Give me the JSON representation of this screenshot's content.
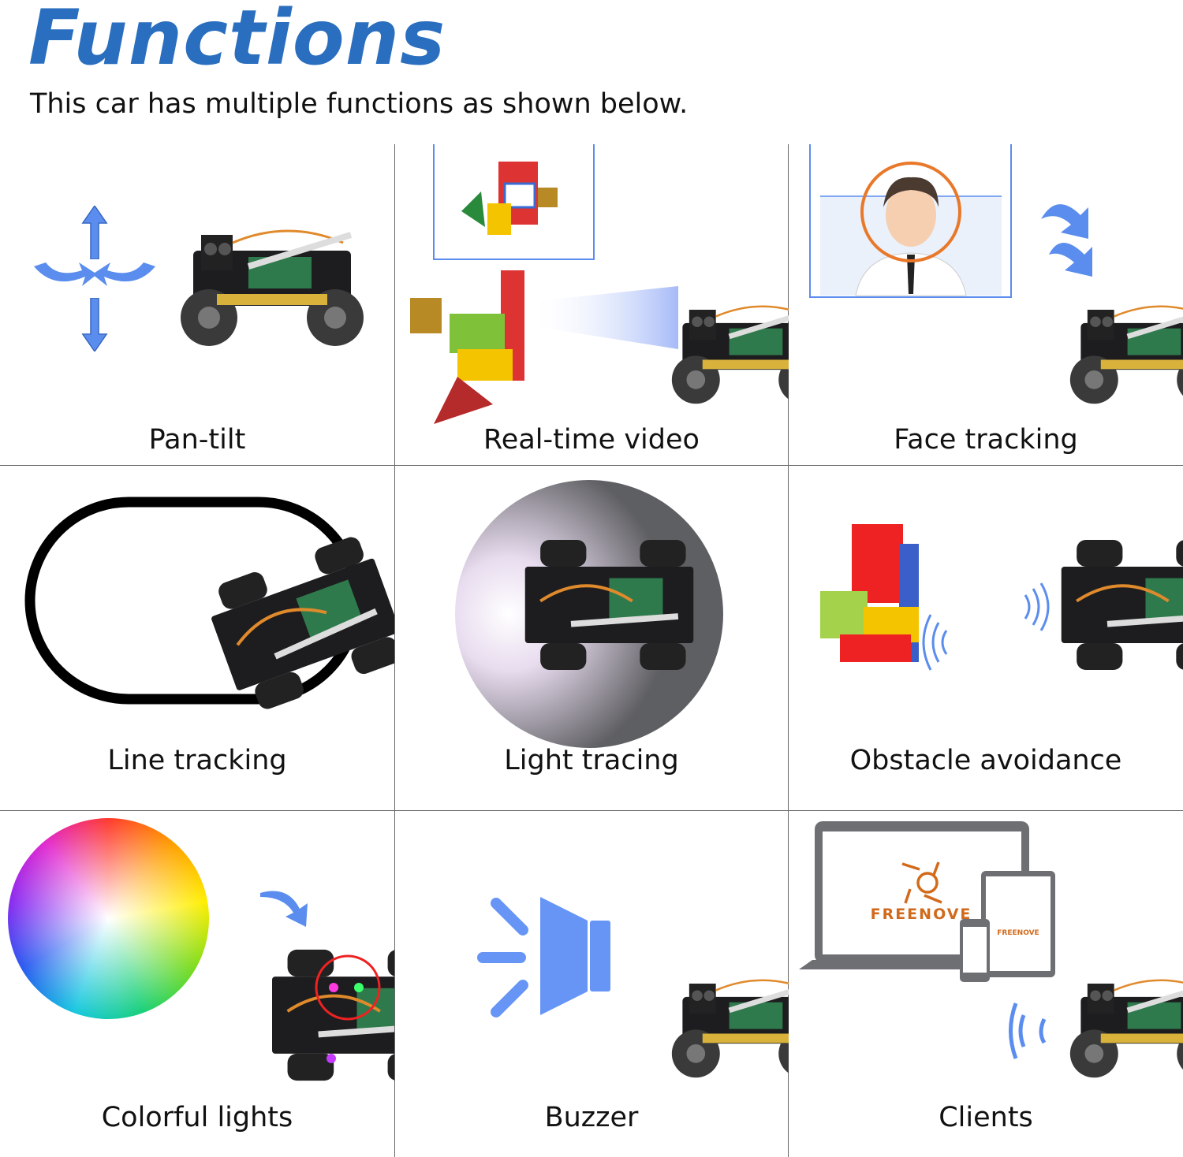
{
  "header": {
    "title": "Functions",
    "subtitle": "This car has multiple functions as shown below."
  },
  "functions": [
    {
      "label": "Pan-tilt",
      "icon": "pan-tilt-arrows-icon"
    },
    {
      "label": "Real-time video",
      "icon": "camera-view-icon"
    },
    {
      "label": "Face tracking",
      "icon": "face-frame-icon"
    },
    {
      "label": "Line tracking",
      "icon": "track-loop-icon"
    },
    {
      "label": "Light tracing",
      "icon": "light-spot-icon"
    },
    {
      "label": "Obstacle avoidance",
      "icon": "ultrasonic-wave-icon"
    },
    {
      "label": "Colorful lights",
      "icon": "color-wheel-icon"
    },
    {
      "label": "Buzzer",
      "icon": "speaker-icon"
    },
    {
      "label": "Clients",
      "icon": "devices-icon"
    }
  ],
  "clients_logo": "FREENOVE",
  "colors": {
    "title": "#2a6ebf",
    "accent_icon": "#5b8def",
    "face_circle": "#e8782a",
    "logo": "#d26a1c"
  }
}
